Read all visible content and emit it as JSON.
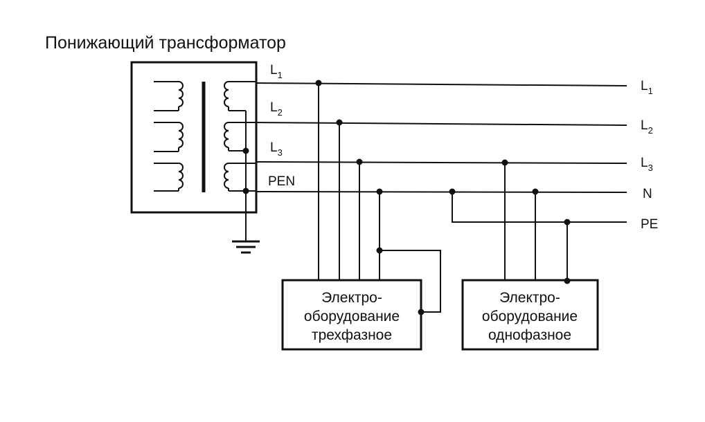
{
  "title": "Понижающий трансформатор",
  "left_labels": {
    "l1": {
      "main": "L",
      "sub": "1"
    },
    "l2": {
      "main": "L",
      "sub": "2"
    },
    "l3": {
      "main": "L",
      "sub": "3"
    },
    "pen": "PEN"
  },
  "right_labels": {
    "l1": {
      "main": "L",
      "sub": "1"
    },
    "l2": {
      "main": "L",
      "sub": "2"
    },
    "l3": {
      "main": "L",
      "sub": "3"
    },
    "n": "N",
    "pe": "PE"
  },
  "three_phase_box": {
    "line1": "Электро-",
    "line2": "оборудование",
    "line3": "трехфазное"
  },
  "single_phase_box": {
    "line1": "Электро-",
    "line2": "оборудование",
    "line3": "однофазное"
  }
}
